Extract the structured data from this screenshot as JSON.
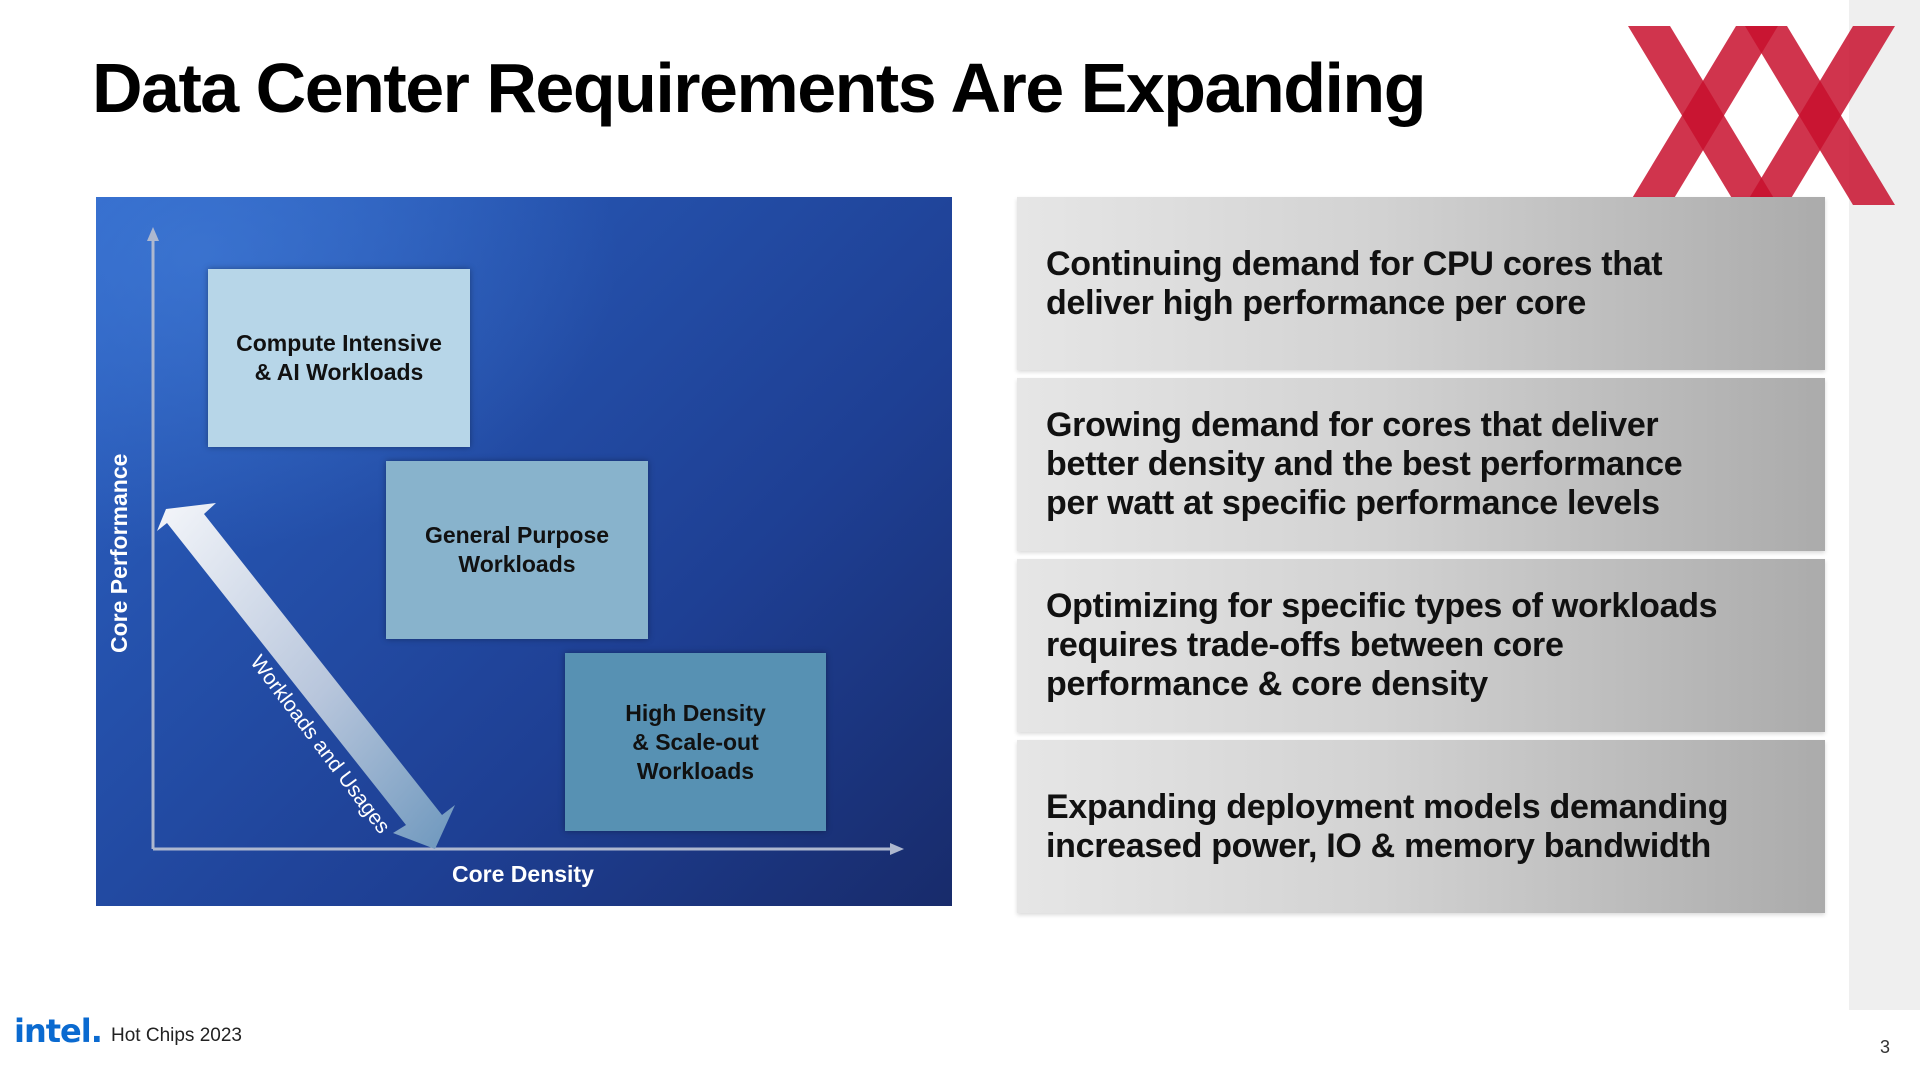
{
  "title": "Data Center Requirements Are Expanding",
  "diagram": {
    "y_axis_label": "Core Performance",
    "x_axis_label": "Core Density",
    "arrow_label": "Workloads and Usages",
    "boxes": [
      {
        "label": "Compute Intensive\n& AI Workloads",
        "color": "#b7d6e8"
      },
      {
        "label": "General Purpose\nWorkloads",
        "color": "#88b3cc"
      },
      {
        "label": "High Density\n& Scale-out\nWorkloads",
        "color": "#5791b3"
      }
    ],
    "background_color": "#2552ad"
  },
  "points": [
    {
      "text": "Continuing demand for CPU cores that\ndeliver high performance per core"
    },
    {
      "text": "Growing demand for cores that deliver\nbetter density and the best performance\nper watt at specific performance levels"
    },
    {
      "text": "Optimizing for specific types of workloads\nrequires trade-offs between core\nperformance & core density"
    },
    {
      "text": "Expanding deployment models demanding\nincreased power,  IO & memory bandwidth"
    }
  ],
  "footer": {
    "logo_text": "intel.",
    "event": "Hot Chips 2023",
    "page_number": "3"
  },
  "colors": {
    "logo_red": "#c8102e",
    "intel_blue": "#0a6ad0"
  }
}
